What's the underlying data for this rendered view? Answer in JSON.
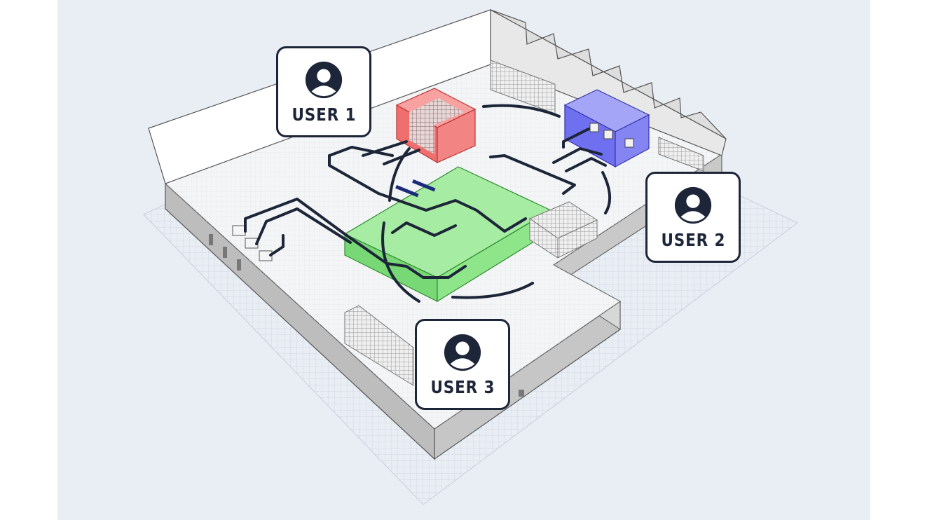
{
  "colors": {
    "background": "#e9edf4",
    "floor": "#f3f4f6",
    "grid": "#d5dbe5",
    "wall_light": "#ffffff",
    "wall_dark": "#b9b9b9",
    "conveyor": "#1d2538",
    "zone_green": "#8ee58a",
    "zone_red": "#f26b6b",
    "zone_blue": "#6e70f0",
    "card_border": "#1d2538"
  },
  "users": [
    {
      "label": "USER 1",
      "icon": "user-avatar-icon"
    },
    {
      "label": "USER 2",
      "icon": "user-avatar-icon"
    },
    {
      "label": "USER 3",
      "icon": "user-avatar-icon"
    }
  ]
}
